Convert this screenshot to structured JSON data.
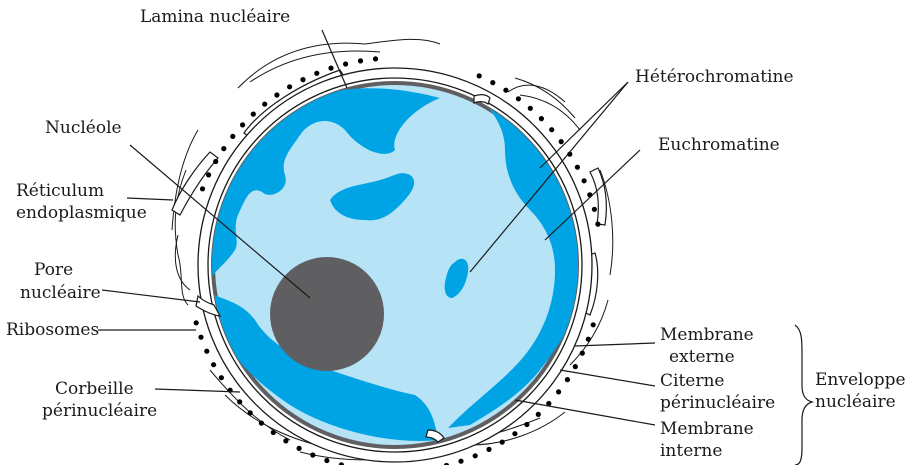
{
  "diagram": {
    "colors": {
      "nucleoplasm": "#b7e3f7",
      "heterochromatin": "#00a4e4",
      "nucleolus": "#5f5f61",
      "membrane": "#5f5f61",
      "ribosome": "#000000"
    },
    "labels": {
      "lamina": "Lamina nucléaire",
      "nucleole": "Nucléole",
      "reticulum_1": "Réticulum",
      "reticulum_2": "endoplasmique",
      "pore_1": "Pore",
      "pore_2": "nucléaire",
      "ribosomes": "Ribosomes",
      "corbeille_1": "Corbeille",
      "corbeille_2": "périnucléaire",
      "heterochromatine": "Hétérochromatine",
      "euchromatine": "Euchromatine",
      "membrane_externe_1": "Membrane",
      "membrane_externe_2": "externe",
      "citerne_1": "Citerne",
      "citerne_2": "périnucléaire",
      "membrane_interne_1": "Membrane",
      "membrane_interne_2": "interne",
      "enveloppe_1": "Enveloppe",
      "enveloppe_2": "nucléaire"
    }
  }
}
